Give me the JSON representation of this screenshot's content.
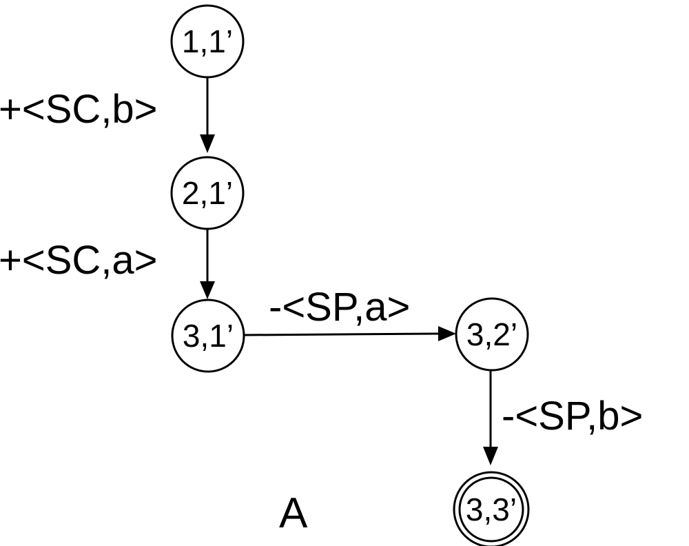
{
  "diagram": {
    "nodes": [
      {
        "id": "n1",
        "label": "1,1’",
        "accepting": false
      },
      {
        "id": "n2",
        "label": "2,1’",
        "accepting": false
      },
      {
        "id": "n3",
        "label": "3,1’",
        "accepting": false
      },
      {
        "id": "n4",
        "label": "3,2’",
        "accepting": false
      },
      {
        "id": "n5",
        "label": "3,3’",
        "accepting": true
      }
    ],
    "edges": [
      {
        "from": "n1",
        "to": "n2",
        "label": "+<SC,b>"
      },
      {
        "from": "n2",
        "to": "n3",
        "label": "+<SC,a>"
      },
      {
        "from": "n3",
        "to": "n4",
        "label": "-<SP,a>"
      },
      {
        "from": "n4",
        "to": "n5",
        "label": "-<SP,b>"
      }
    ],
    "caption": "A"
  }
}
